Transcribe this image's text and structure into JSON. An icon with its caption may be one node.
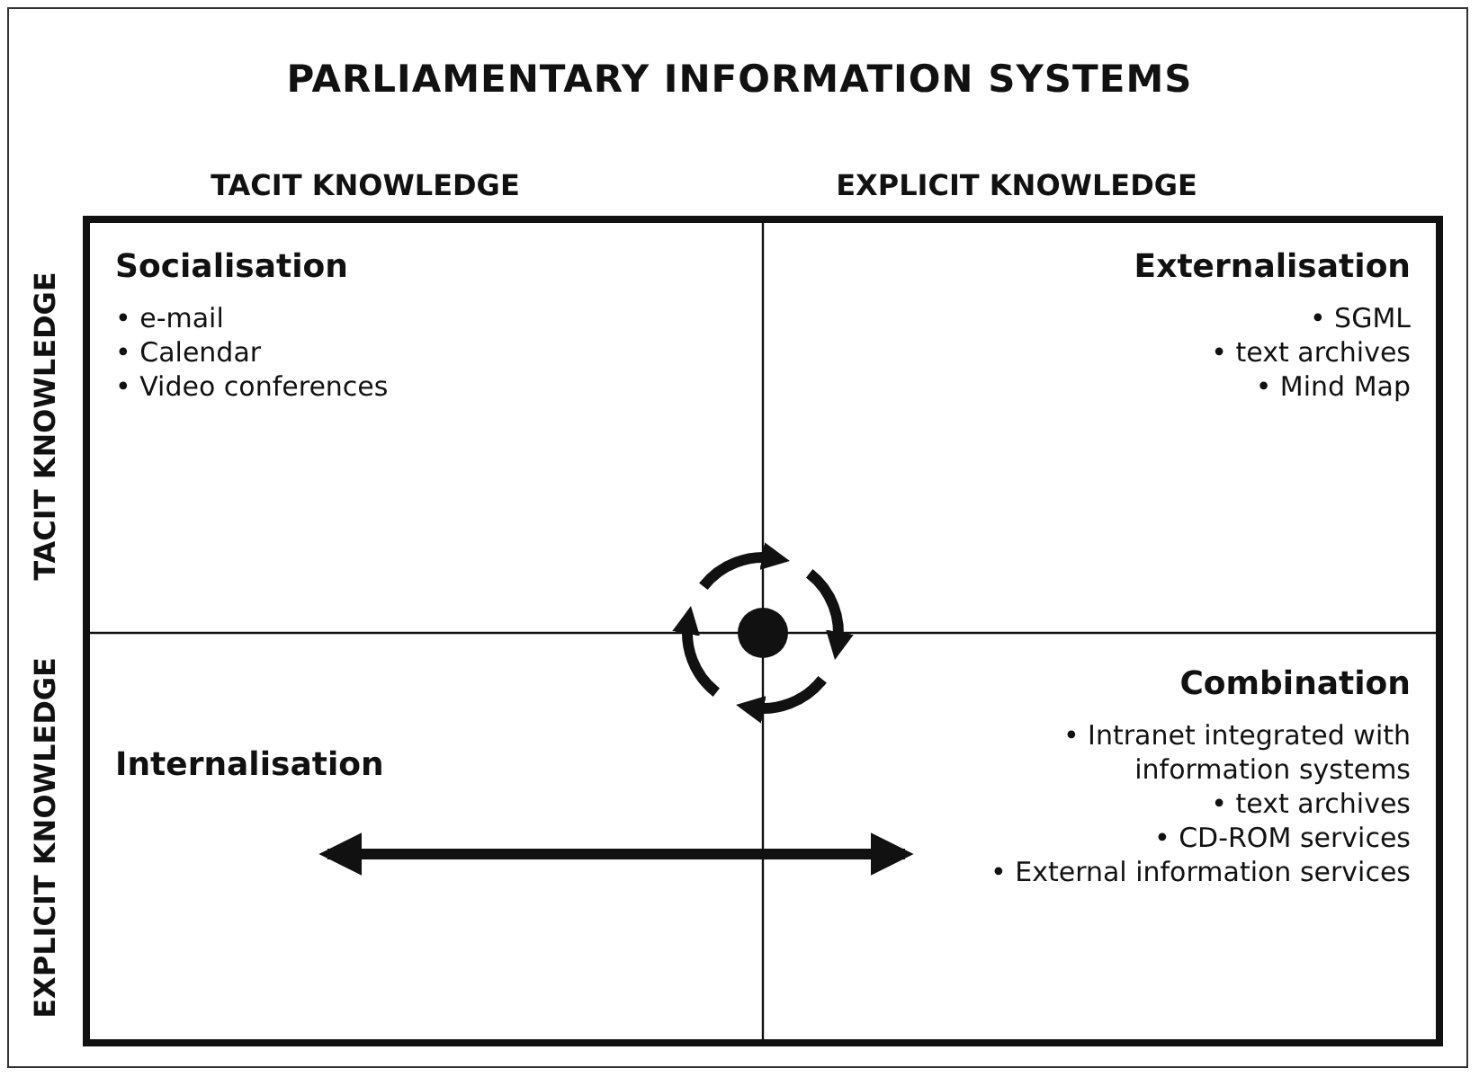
{
  "diagram": {
    "title": "PARLIAMENTARY INFORMATION SYSTEMS",
    "nodes": [
      {
        "text": [
          "Socialisation",
          "• e-mail",
          "• Calendar",
          "• Video conferences"
        ]
      },
      {
        "text": [
          "Externalisation",
          "• SGML",
          "• text archives",
          "• Mind Map"
        ]
      },
      {
        "text": [
          "Internalisation"
        ]
      },
      {
        "text": [
          "Combination",
          "• Intranet integrated with information systems",
          "• text archives",
          "• CD-ROM services",
          "• External information services"
        ]
      }
    ],
    "labels": [
      "TACIT KNOWLEDGE",
      "EXPLICIT KNOWLEDGE",
      "TACIT KNOWLEDGE",
      "EXPLICIT KNOWLEDGE"
    ]
  }
}
